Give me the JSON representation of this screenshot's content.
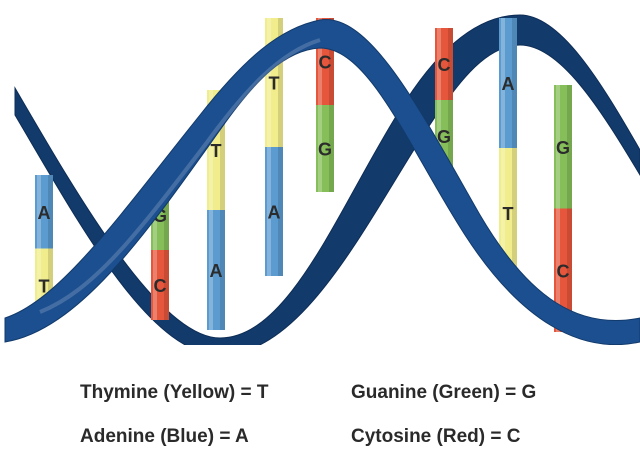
{
  "colors": {
    "strand": "#1c4f8f",
    "strand_dark": "#123a6b",
    "thymine": "#f1ec8c",
    "adenine": "#5b9bd0",
    "guanine": "#86bf5a",
    "cytosine": "#e5563c"
  },
  "base_pairs": [
    {
      "top": "A",
      "bottom": "T",
      "top_color": "adenine",
      "bottom_color": "thymine"
    },
    {
      "top": "G",
      "bottom": "C",
      "top_color": "guanine",
      "bottom_color": "cytosine"
    },
    {
      "top": "T",
      "bottom": "A",
      "top_color": "thymine",
      "bottom_color": "adenine"
    },
    {
      "top": "T",
      "bottom": "A",
      "top_color": "thymine",
      "bottom_color": "adenine"
    },
    {
      "top": "C",
      "bottom": "G",
      "top_color": "cytosine",
      "bottom_color": "guanine"
    },
    {
      "top": "C",
      "bottom": "G",
      "top_color": "cytosine",
      "bottom_color": "guanine"
    },
    {
      "top": "A",
      "bottom": "T",
      "top_color": "adenine",
      "bottom_color": "thymine"
    },
    {
      "top": "G",
      "bottom": "C",
      "top_color": "guanine",
      "bottom_color": "cytosine"
    }
  ],
  "legend": {
    "thymine": "Thymine (Yellow) = T",
    "guanine": "Guanine (Green)  =  G",
    "adenine": "Adenine (Blue) = A",
    "cytosine": "Cytosine (Red)  =  C"
  }
}
